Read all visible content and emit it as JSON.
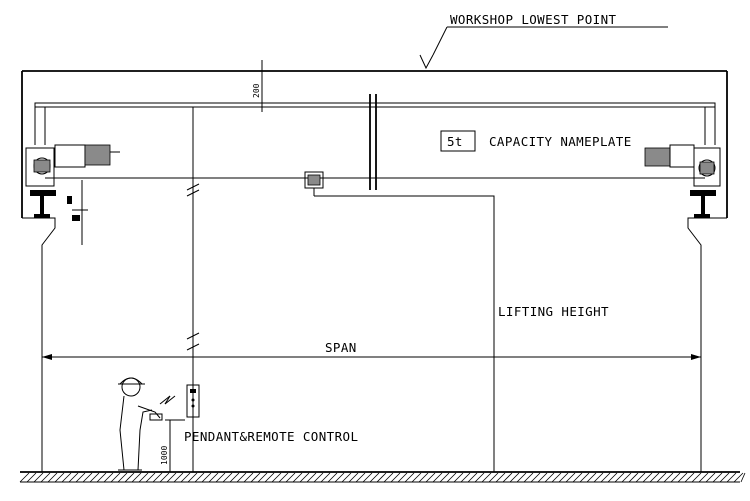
{
  "labels": {
    "workshop_lowest_point": "WORKSHOP LOWEST POINT",
    "capacity_box": "5t",
    "capacity_nameplate": "CAPACITY NAMEPLATE",
    "lifting_height": "LIFTING HEIGHT",
    "span": "SPAN",
    "pendant_remote_control": "PENDANT&REMOTE CONTROL"
  },
  "dimensions": {
    "clearance_top": "200",
    "pendant_height": "1000"
  }
}
